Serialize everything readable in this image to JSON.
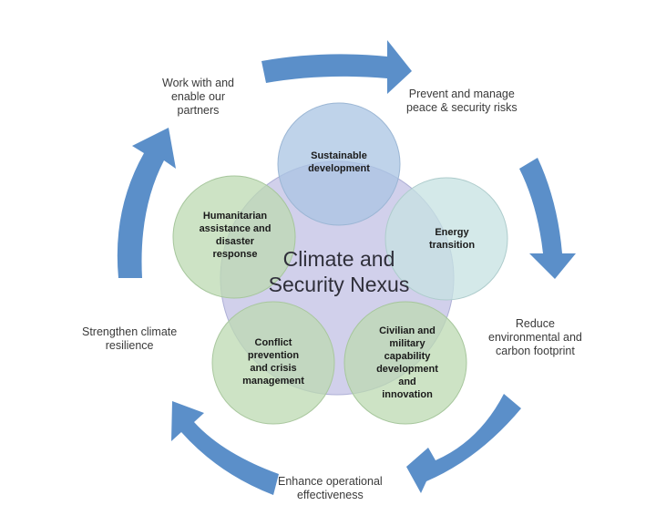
{
  "center": {
    "line1": "Climate and",
    "line2": "Security Nexus"
  },
  "petals": [
    {
      "id": "sustainable",
      "lines": [
        "Sustainable",
        "development"
      ]
    },
    {
      "id": "energy",
      "lines": [
        "Energy",
        "transition"
      ]
    },
    {
      "id": "civilian",
      "lines": [
        "Civilian and",
        "military",
        "capability",
        "development",
        "and",
        "innovation"
      ]
    },
    {
      "id": "conflict",
      "lines": [
        "Conflict",
        "prevention",
        "and crisis",
        "management"
      ]
    },
    {
      "id": "humanitarian",
      "lines": [
        "Humanitarian",
        "assistance and",
        "disaster",
        "response"
      ]
    }
  ],
  "outer": [
    {
      "id": "work-with",
      "lines": [
        "Work with and",
        "enable our",
        "partners"
      ]
    },
    {
      "id": "prevent",
      "lines": [
        "Prevent and manage",
        "peace & security risks"
      ]
    },
    {
      "id": "reduce",
      "lines": [
        "Reduce",
        "environmental and",
        "carbon footprint"
      ]
    },
    {
      "id": "enhance",
      "lines": [
        "Enhance operational",
        "effectiveness"
      ]
    },
    {
      "id": "strengthen",
      "lines": [
        "Strengthen climate",
        "resilience"
      ]
    }
  ],
  "colors": {
    "arrow": "#5b8fc9",
    "center_fill": "#c9c8e8",
    "petal_blue": "#a9c4e3",
    "petal_teal": "#c6e2e2",
    "petal_green": "#bcd9b2"
  }
}
